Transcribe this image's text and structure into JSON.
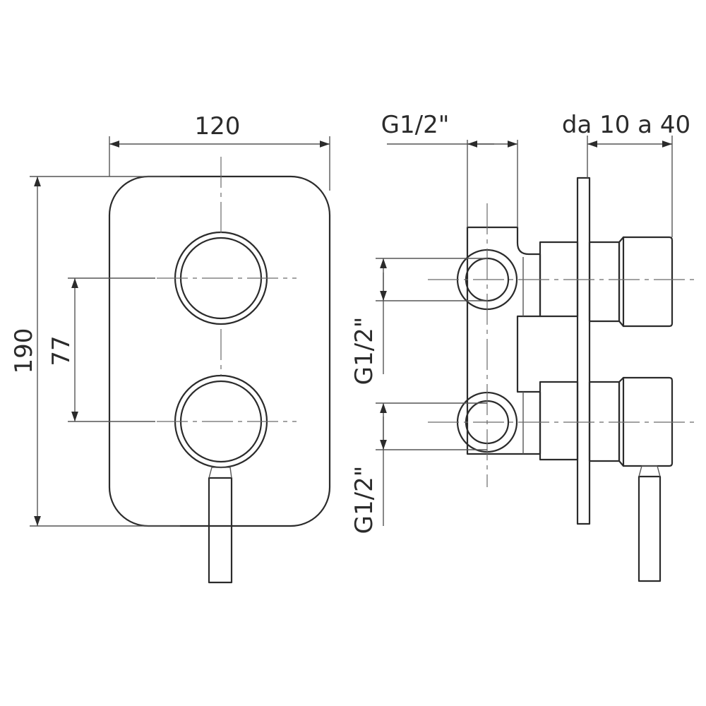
{
  "dimensions": {
    "width": "120",
    "height": "190",
    "handle_spacing": "77",
    "connection_top": "G1/2\"",
    "connection_upper": "G1/2\"",
    "connection_lower": "G1/2\"",
    "wall_depth": "da 10 a 40"
  },
  "colors": {
    "line": "#2b2b2b",
    "background": "#ffffff"
  }
}
